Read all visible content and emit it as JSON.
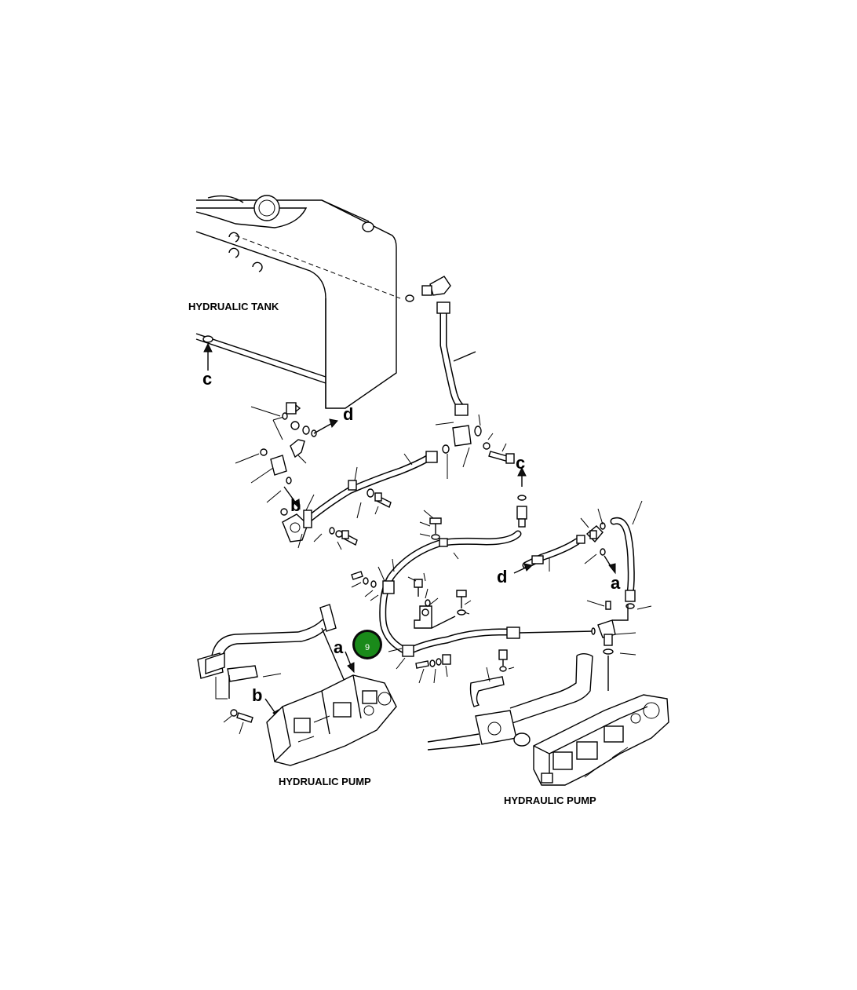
{
  "labels": {
    "tank": "HYDRUALIC TANK",
    "pump_left": "HYDRUALIC PUMP",
    "pump_right": "HYDRAULIC PUMP"
  },
  "refs": {
    "a_left": "a",
    "a_right": "a",
    "b_left": "b",
    "b_mid": "b",
    "c_tank": "c",
    "c_mid": "c",
    "d_top": "d",
    "d_right": "d"
  },
  "callout": {
    "text": "9",
    "color": "#1a8a1a"
  }
}
